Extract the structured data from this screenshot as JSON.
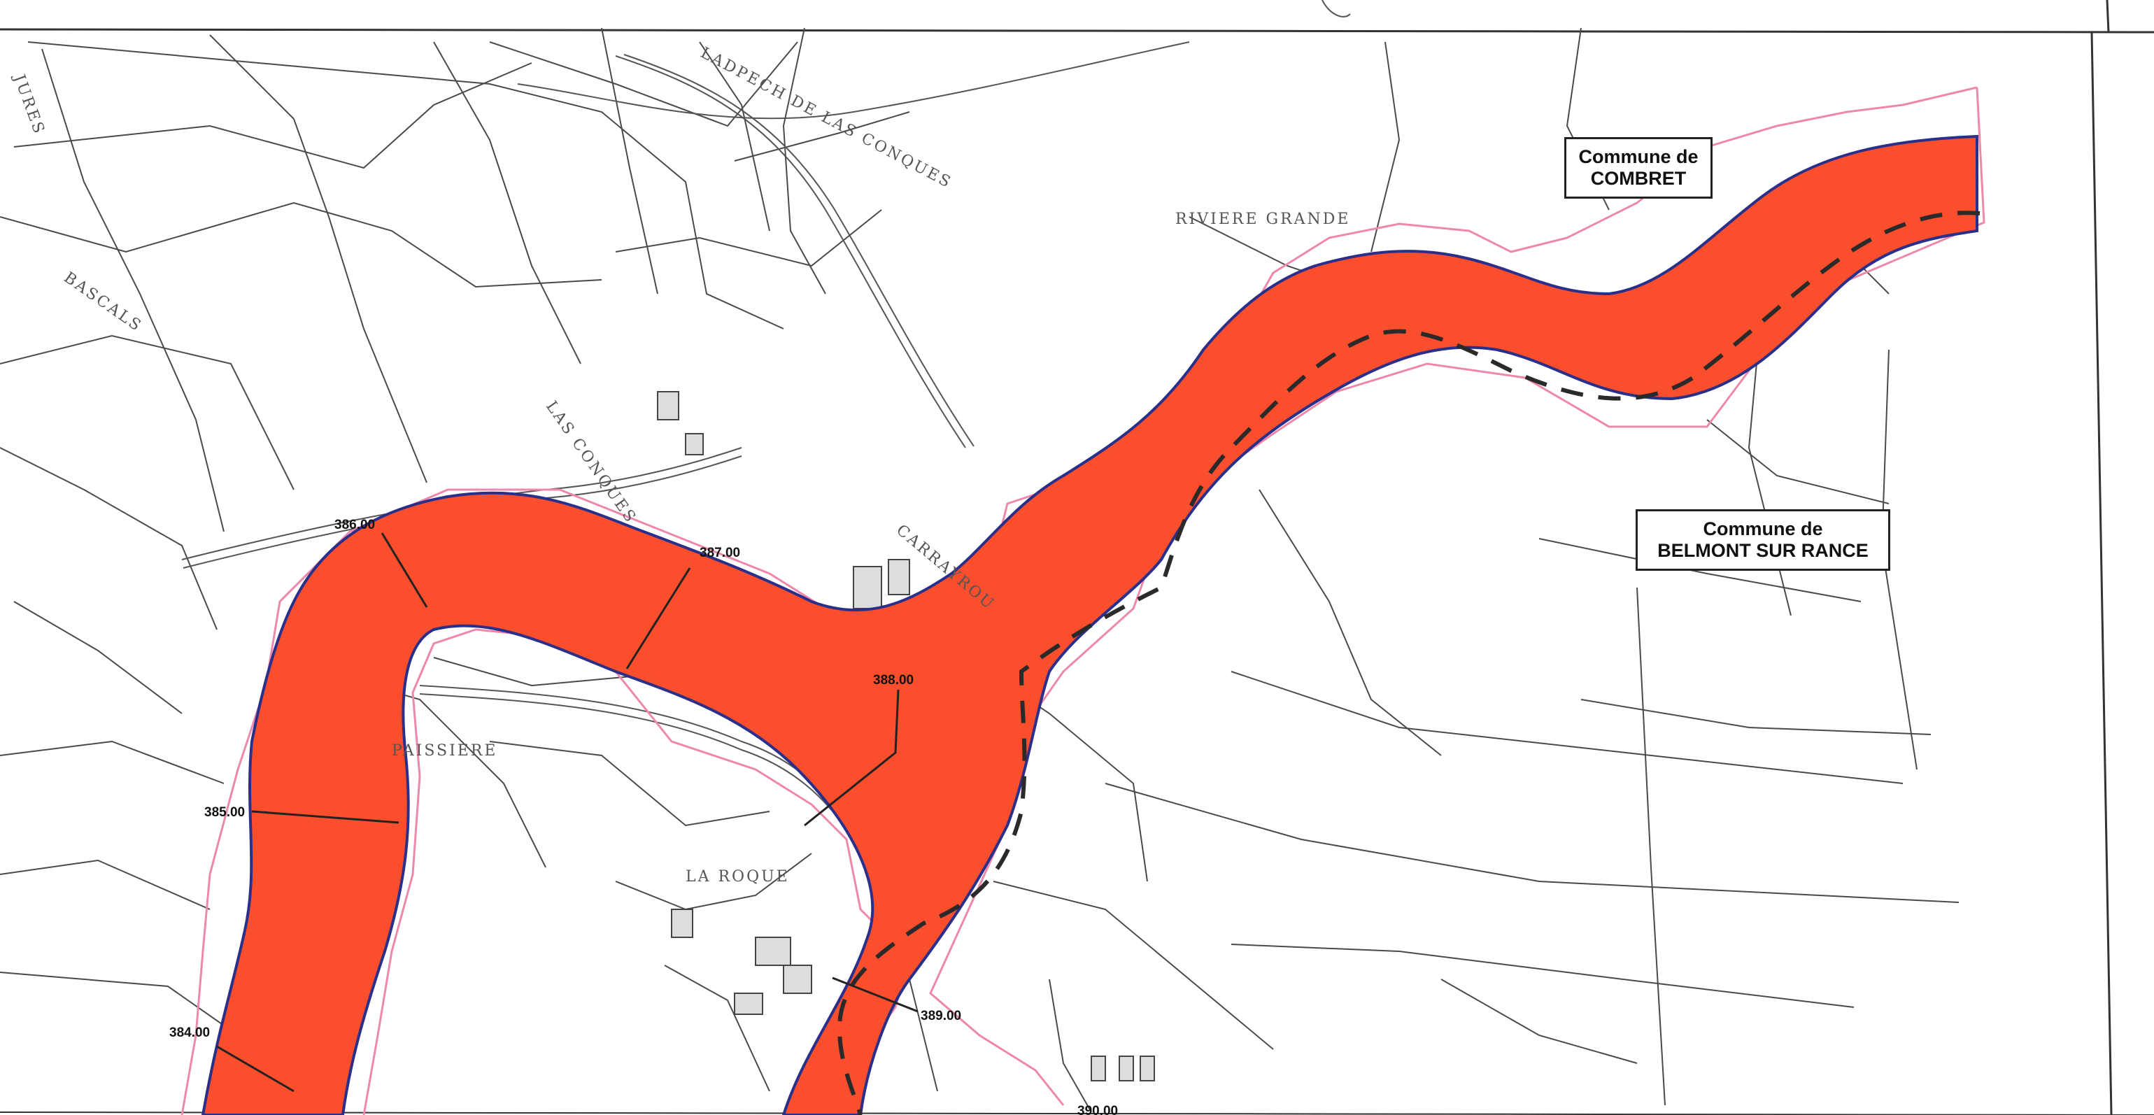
{
  "map": {
    "colors": {
      "flood_fill": "#fb4e2d",
      "flood_edge": "#2a2f8a",
      "buffer_line": "#ee88aa",
      "cadastre_line": "#4a4a4a",
      "profile_line": "#222222",
      "thalweg": "#2a2a2a",
      "paper": "#ffffff"
    },
    "communes": {
      "combret": {
        "line1": "Commune de",
        "line2": "COMBRET"
      },
      "belmont": {
        "line1": "Commune de",
        "line2": "BELMONT SUR RANCE"
      }
    },
    "elevation_labels": [
      "384.00",
      "385.00",
      "386.00",
      "387.00",
      "388.00",
      "389.00",
      "390.00"
    ],
    "place_names": {
      "ladpech": "LADPECH DE LAS CONQUES",
      "las_conques": "LAS CONQUES",
      "bascals": "BASCALS",
      "paissiere": "PAISSIERE",
      "la_roque": "LA ROQUE",
      "riviere": "RIVIERE GRANDE",
      "carrayrou": "CARRAYROU",
      "jures": "JURES"
    }
  }
}
